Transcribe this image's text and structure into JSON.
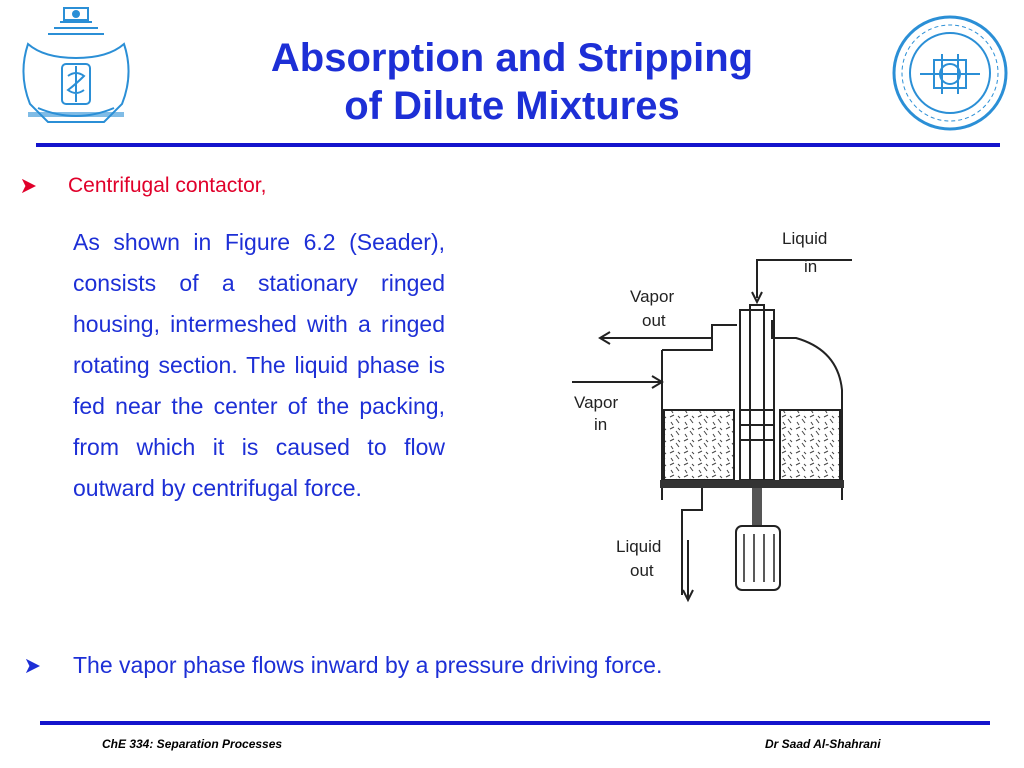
{
  "header": {
    "title_line1": "Absorption and Stripping",
    "title_line2": "of Dilute Mixtures"
  },
  "logos": {
    "left": "kau-university-logo",
    "right": "chemical-materials-engineering-dept-logo"
  },
  "bullets": [
    {
      "icon": "arrow-bullet-icon",
      "text": "Centrifugal contactor,"
    },
    {
      "icon": "arrow-bullet-icon",
      "text": "The vapor phase flows inward by a pressure driving force."
    }
  ],
  "paragraph": "As shown in Figure 6.2 (Seader), consists of a stationary ringed housing, intermeshed with a ringed rotating section. The liquid phase is fed near the center of the packing, from which it is caused to flow outward by centrifugal force.",
  "figure": {
    "labels": {
      "liquid_in_1": "Liquid",
      "liquid_in_2": "in",
      "vapor_out_1": "Vapor",
      "vapor_out_2": "out",
      "vapor_in_1": "Vapor",
      "vapor_in_2": "in",
      "liquid_out_1": "Liquid",
      "liquid_out_2": "out"
    }
  },
  "footer": {
    "left": "ChE 334: Separation Processes",
    "right": "Dr Saad Al-Shahrani"
  },
  "colors": {
    "title": "#1d2fd6",
    "accent_red": "#e0002a",
    "rule": "#1414cc"
  }
}
